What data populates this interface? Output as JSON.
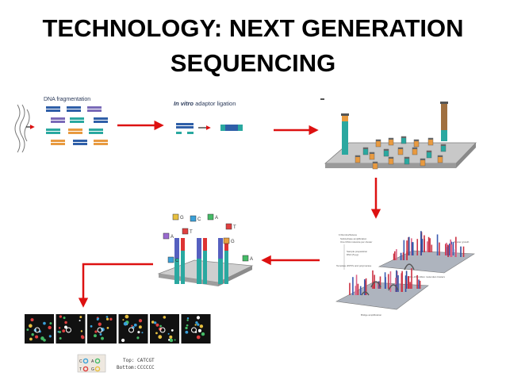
{
  "title": {
    "line1": "TECHNOLOGY: NEXT GENERATION",
    "line2": "SEQUENCING"
  },
  "steps": {
    "fragmentation": {
      "label": "DNA fragmentation"
    },
    "ligation": {
      "label_italic": "In vitro",
      "label_rest": " adaptor ligation"
    },
    "cluster": {
      "heading": "b  Illumina/Solexa",
      "sub": "Solid-phase amplification",
      "caption1": "One DNA molecule per cluster",
      "caption2": "Sample preparation",
      "caption3": "DNA (5 μg)",
      "caption4": "Cluster growth",
      "caption5": "100–200 million molecular clusters",
      "caption6": "Bridge amplification",
      "caption7": "Template dNTPs and polymerase"
    },
    "sbs": {
      "bases": [
        "G",
        "C",
        "A",
        "T",
        "A",
        "T",
        "G",
        "C",
        "A"
      ]
    },
    "readout": {
      "legend": [
        {
          "base": "C",
          "color": "#3aa0d8"
        },
        {
          "base": "A",
          "color": "#44bb66"
        },
        {
          "base": "T",
          "color": "#e04040"
        },
        {
          "base": "G",
          "color": "#e8c040"
        }
      ],
      "top_label": "Top:",
      "top_seq": "CATCGT",
      "bottom_label": "Bottom:",
      "bottom_seq": "CCCCCC"
    }
  },
  "colors": {
    "arrow": "#dd1111",
    "fragment_blue": "#2f5fa8",
    "fragment_teal": "#2aa8a0",
    "fragment_orange": "#e89a40",
    "fragment_purple": "#7a6ab8"
  }
}
